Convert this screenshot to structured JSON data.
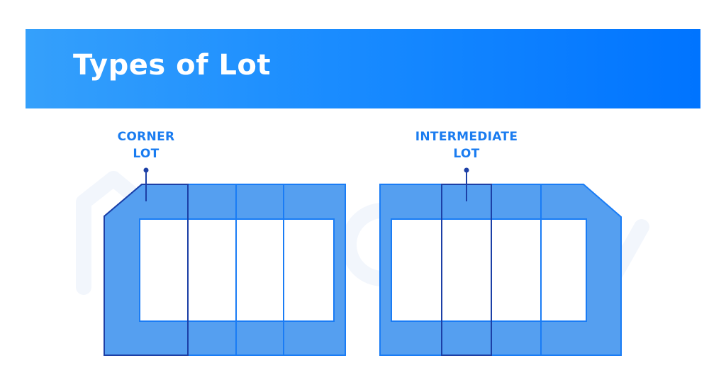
{
  "header": {
    "title": "Types of Lot",
    "gradient_start": "#35a0fb",
    "gradient_end": "#0074ff"
  },
  "colors": {
    "lot_fill": "#559ff0",
    "lot_border": "#1a7cf5",
    "highlight_border": "#1c3fa6",
    "label_text": "#1a7cf0",
    "inner_fill": "#ffffff",
    "watermark": "#f3f7fd"
  },
  "diagrams": [
    {
      "name": "corner-lot",
      "label_line1": "CORNER",
      "label_line2": "LOT",
      "lots_count": 4,
      "highlighted_lot_index": 0
    },
    {
      "name": "intermediate-lot",
      "label_line1": "INTERMEDIATE",
      "label_line2": "LOT",
      "lots_count": 4,
      "highlighted_lot_index": 1
    }
  ]
}
